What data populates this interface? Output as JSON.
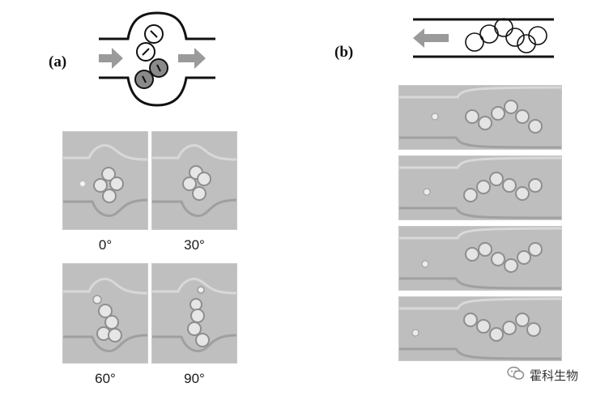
{
  "figure": {
    "panel_a": {
      "label": "(a)",
      "angles": [
        "0°",
        "30°",
        "60°",
        "90°"
      ]
    },
    "panel_b": {
      "label": "(b)"
    },
    "watermark": {
      "text": "霍科生物",
      "icon": "wechat-icon"
    }
  },
  "colors": {
    "arrow_gray": "#9a9a9a",
    "channel_line": "#111111",
    "droplet_dark": "#8a8a8a",
    "micrograph_bg": "#bdbdbd"
  }
}
